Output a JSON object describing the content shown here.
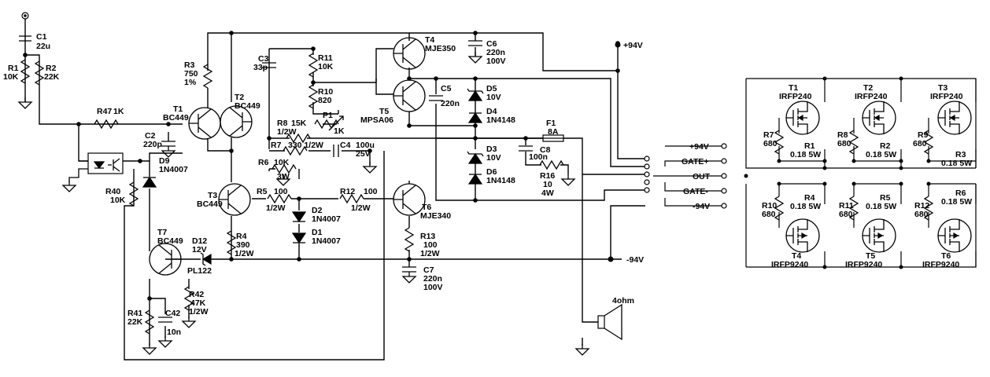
{
  "components": {
    "C1": [
      "C1",
      "22u"
    ],
    "R1": [
      "R1",
      "10K"
    ],
    "R2": [
      "R2",
      "22K"
    ],
    "R3": [
      "R3",
      "750",
      "1%"
    ],
    "C3": [
      "C3",
      "33p"
    ],
    "R11": [
      "R11",
      "10K"
    ],
    "R10": [
      "R10",
      "820"
    ],
    "P1": [
      "P1",
      "1K"
    ],
    "T4": [
      "T4",
      "MJE350"
    ],
    "C6": [
      "C6",
      "220n",
      "100V"
    ],
    "C5": [
      "C5",
      "220n"
    ],
    "T5": [
      "T5",
      "MPSA06"
    ],
    "D5": [
      "D5",
      "10V"
    ],
    "D4": [
      "D4",
      "1N4148"
    ],
    "D3": [
      "D3",
      "10V"
    ],
    "D6": [
      "D6",
      "1N4148"
    ],
    "F1": [
      "F1",
      "8A"
    ],
    "C8": [
      "C8",
      "100n"
    ],
    "R16": [
      "R16",
      "10",
      "4W"
    ],
    "R47": [
      "R47",
      "1K"
    ],
    "T1": [
      "T1",
      "BC449"
    ],
    "T2": [
      "T2",
      "BC449"
    ],
    "C2": [
      "C2",
      "220p"
    ],
    "R8": [
      "R8",
      "15K",
      "1/2W"
    ],
    "R7": [
      "R7",
      "330 1/2W"
    ],
    "C4": [
      "C4",
      "100u",
      "25V"
    ],
    "D9": [
      "D9",
      "1N4007"
    ],
    "R40": [
      "R40",
      "10K"
    ],
    "R6": [
      "R6",
      "10K",
      "3W"
    ],
    "T3": [
      "T3",
      "BC449"
    ],
    "R5": [
      "R5",
      "100",
      "1/2W"
    ],
    "R12": [
      "R12",
      "100",
      "1/2W"
    ],
    "T6": [
      "T6",
      "MJE340"
    ],
    "D2": [
      "D2",
      "1N4007"
    ],
    "D1": [
      "D1",
      "1N4007"
    ],
    "R4": [
      "R4",
      "390",
      "1/2W"
    ],
    "R13": [
      "R13",
      "100",
      "1/2W"
    ],
    "C7": [
      "C7",
      "220n",
      "100V"
    ],
    "T7": [
      "T7",
      "BC449"
    ],
    "D12": [
      "D12",
      "12V",
      "PL122"
    ],
    "R42": [
      "R42",
      "47K",
      "1/2W"
    ],
    "R41": [
      "R41",
      "22K"
    ],
    "C42": [
      "C42",
      "10n"
    ],
    "SPK": [
      "4ohm"
    ],
    "OT1": [
      "T1",
      "IRFP240"
    ],
    "OT2": [
      "T2",
      "IRFP240"
    ],
    "OT3": [
      "T3",
      "IRFP240"
    ],
    "OR7": [
      "R7",
      "680"
    ],
    "OR1": [
      "R1",
      "0.18 5W"
    ],
    "OR8": [
      "R8",
      "680"
    ],
    "OR2": [
      "R2",
      "0.18 5W"
    ],
    "OR9": [
      "R9",
      "680"
    ],
    "OR3": [
      "R3",
      "0.18 5W"
    ],
    "OR10": [
      "R10",
      "680"
    ],
    "OR4": [
      "R4",
      "0.18 5W"
    ],
    "OR11": [
      "R11",
      "680"
    ],
    "OR5": [
      "R5",
      "0.18 5W"
    ],
    "OR12": [
      "R12",
      "680"
    ],
    "OR6": [
      "R6",
      "0.18 5W"
    ],
    "OT4": [
      "T4",
      "IRFP9240"
    ],
    "OT5": [
      "T5",
      "IRFP9240"
    ],
    "OT6": [
      "T6",
      "IRFP9240"
    ]
  },
  "nets": {
    "vpos": "+94V",
    "vneg": "-94V",
    "vpos_port": "+94V",
    "gate_pos": "GATE+",
    "out": "OUT",
    "gate_neg": "GATE-",
    "vneg_port": "-94V"
  }
}
